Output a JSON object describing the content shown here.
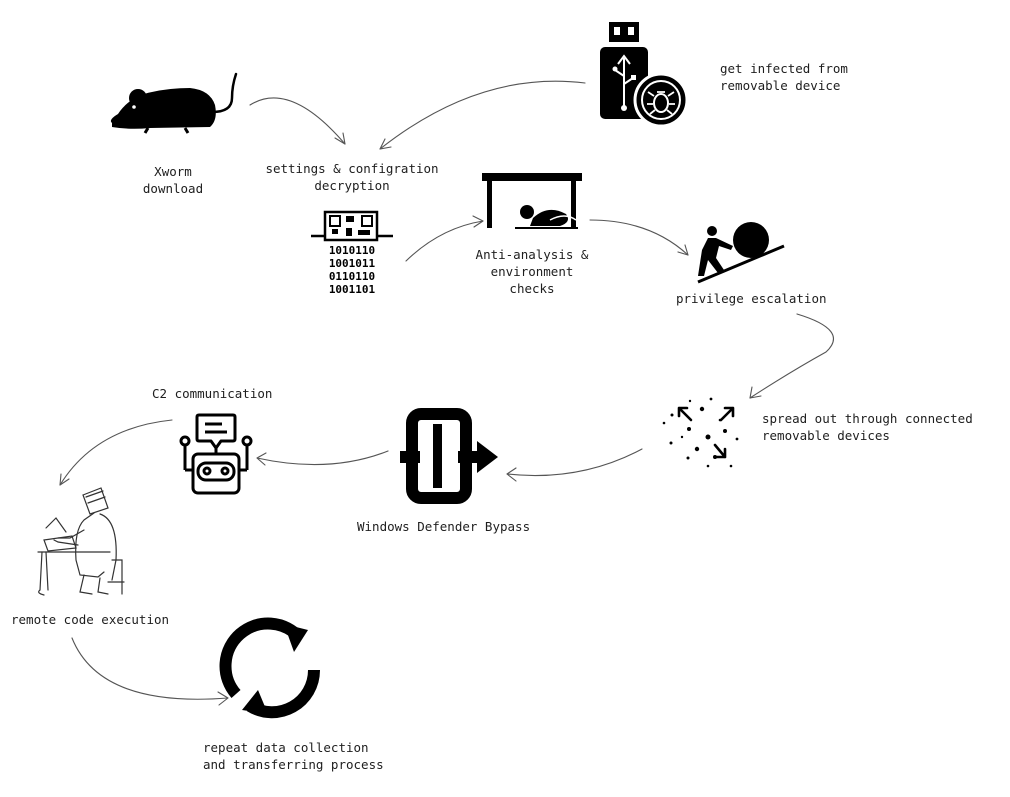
{
  "steps": {
    "xworm": "Xworm\ndownload",
    "usb": "get infected from\nremovable device",
    "settings": "settings & configration\ndecryption",
    "anti": "Anti-analysis &\nenvironment\nchecks",
    "priv": "privilege escalation",
    "spread": "spread out through connected\nremovable devices",
    "defender": "Windows Defender Bypass",
    "c2": "C2 communication",
    "rce": "remote code execution",
    "repeat": "repeat data collection\nand transferring process"
  },
  "icons": [
    "rat-icon",
    "usb-virus-icon",
    "qr-binary-icon",
    "hiding-under-table-icon",
    "pushing-boulder-icon",
    "scatter-icon",
    "exit-bypass-icon",
    "chatbot-icon",
    "hacker-at-desk-icon",
    "repeat-cycle-icon"
  ]
}
